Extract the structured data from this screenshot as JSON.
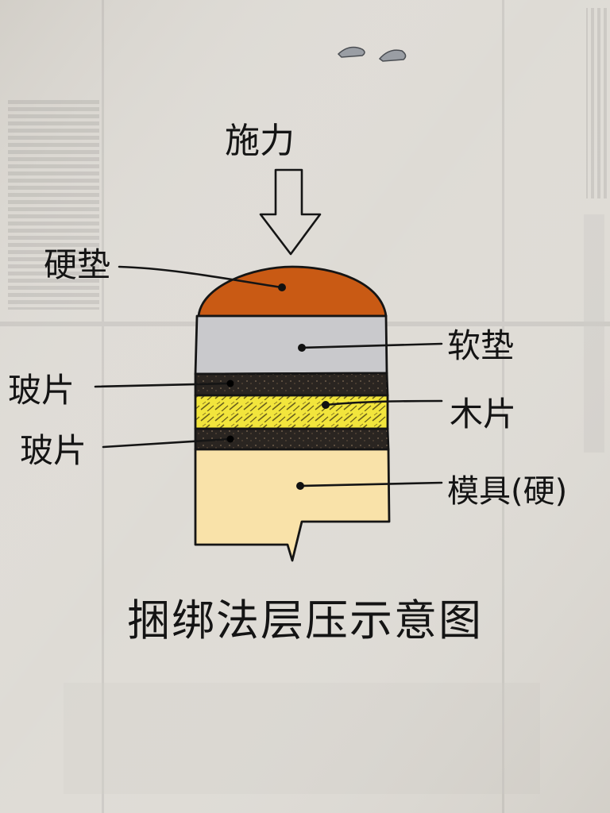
{
  "diagram": {
    "force_label": "施力",
    "labels": {
      "hard_pad": "硬垫",
      "soft_pad": "软垫",
      "glass_slide_top": "玻片",
      "wood_slice": "木片",
      "glass_slide_bottom": "玻片",
      "mold": "模具(硬)"
    },
    "title": "捆绑法层压示意图",
    "colors": {
      "paper": "#dedbd5",
      "hard_pad": "#c95a14",
      "soft_pad": "#c9c9cc",
      "glass_slide": "#2a2521",
      "wood_slice": "#f2e53c",
      "mold": "#f9e2a9"
    }
  }
}
